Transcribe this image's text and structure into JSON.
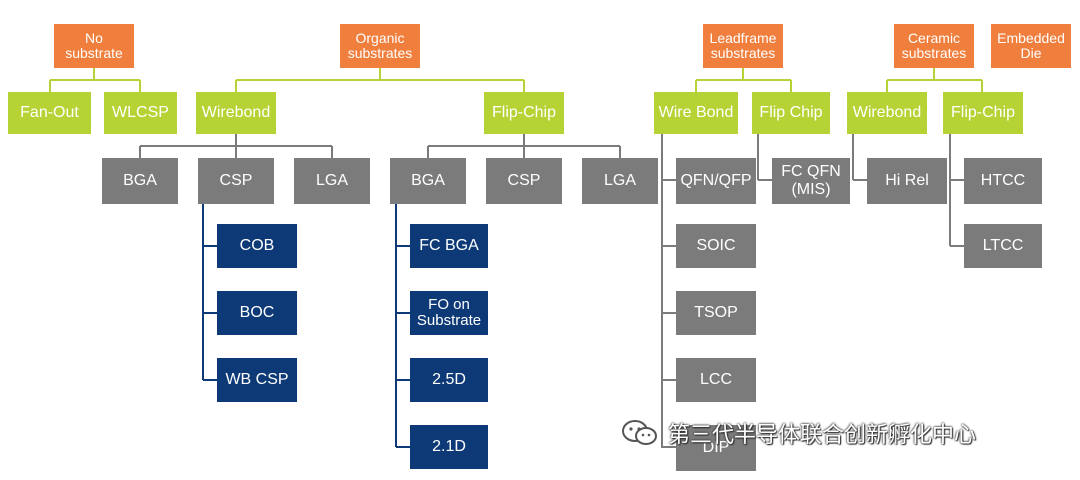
{
  "categories": {
    "no_substrate": "No\nsubstrate",
    "organic": "Organic\nsubstrates",
    "leadframe": "Leadframe\nsubstrates",
    "ceramic": "Ceramic\nsubstrates",
    "embedded": "Embedded\nDie"
  },
  "no_substrate": {
    "fan_out": "Fan-Out",
    "wlcsp": "WLCSP"
  },
  "organic": {
    "wirebond": "Wirebond",
    "flipchip": "Flip-Chip",
    "wb_bga": "BGA",
    "wb_csp": "CSP",
    "wb_lga": "LGA",
    "fc_bga": "BGA",
    "fc_csp": "CSP",
    "fc_lga": "LGA",
    "csp_items": [
      "COB",
      "BOC",
      "WB CSP"
    ],
    "fcbga_items": [
      "FC BGA",
      "FO on\nSubstrate",
      "2.5D",
      "2.1D"
    ]
  },
  "leadframe": {
    "wirebond": "Wire Bond",
    "flipchip": "Flip Chip",
    "wb_items": [
      "QFN/QFP",
      "SOIC",
      "TSOP",
      "LCC",
      "DIP"
    ],
    "fc_qfn": "FC QFN\n(MIS)"
  },
  "ceramic": {
    "wirebond": "Wirebond",
    "flipchip": "Flip-Chip",
    "hirel": "Hi Rel",
    "htcc": "HTCC",
    "ltcc": "LTCC"
  },
  "watermark": {
    "text": "第三代半导体联合创新孵化中心",
    "icon": "wechat-icon"
  },
  "colors": {
    "category": "#f07e3c",
    "level2": "#b5d334",
    "package": "#7b7b7b",
    "subpackage": "#0d3a77"
  }
}
